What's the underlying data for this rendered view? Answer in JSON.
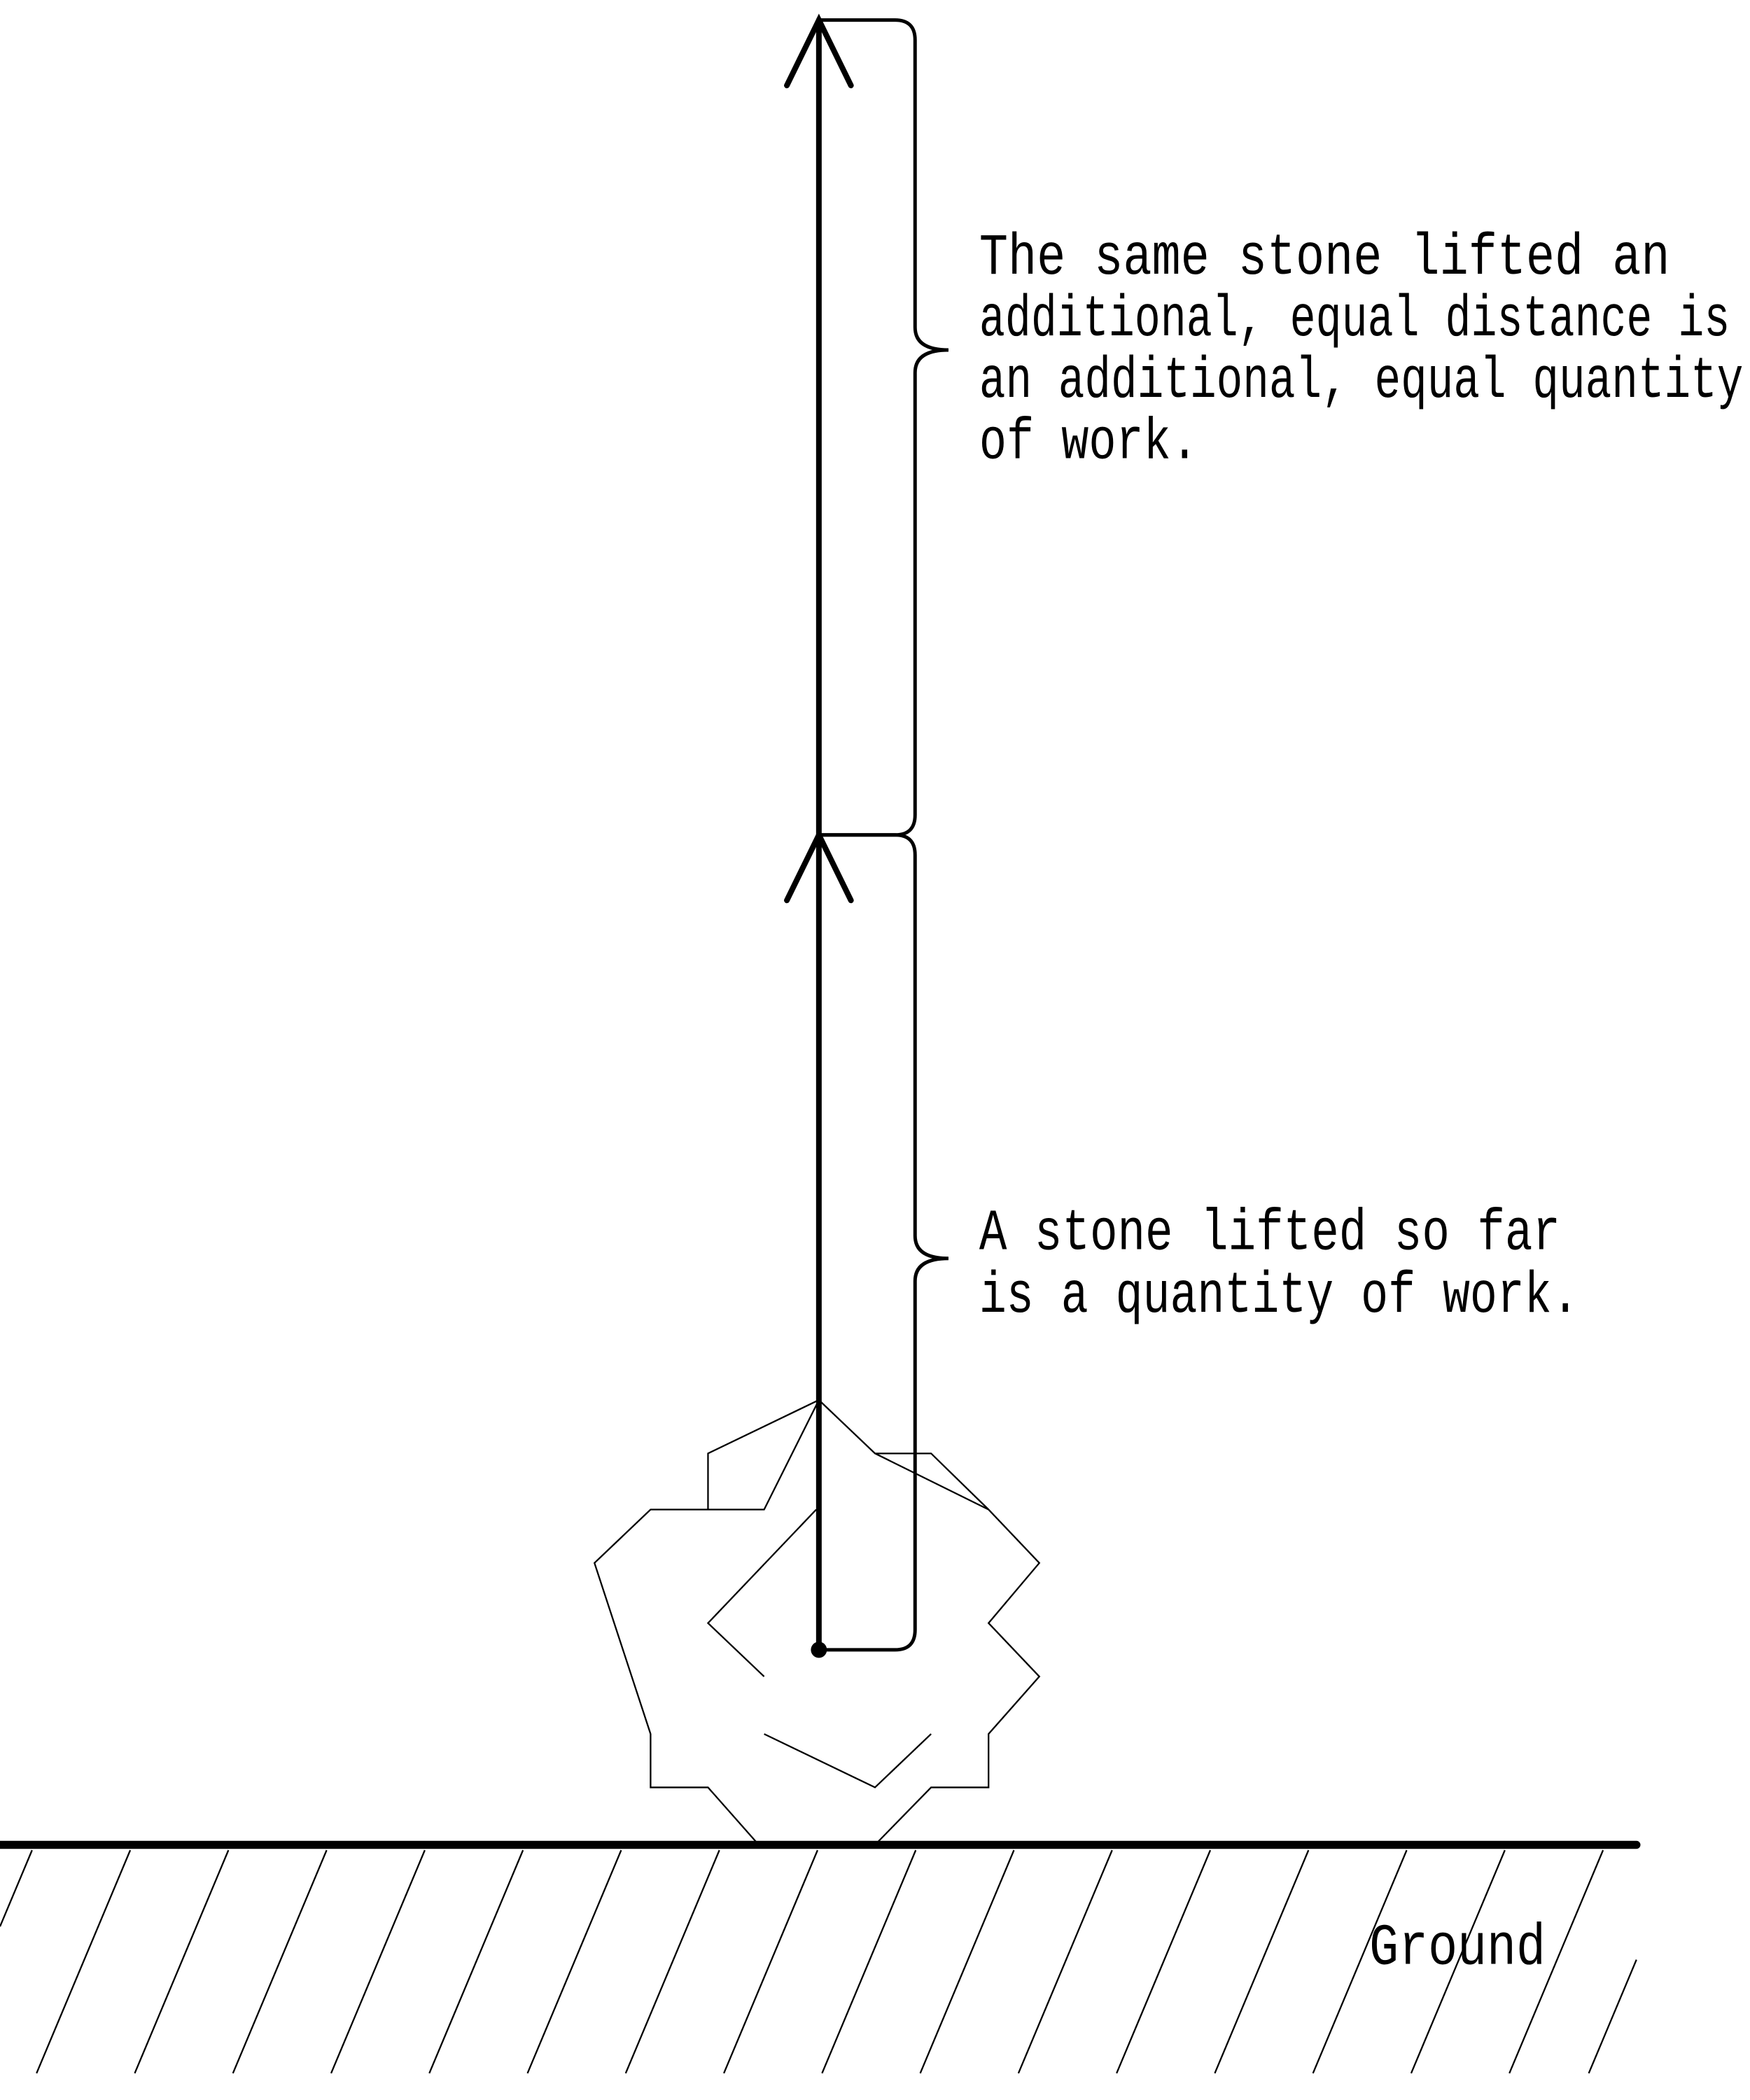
{
  "annotations": {
    "upper": [
      "The same stone lifted an",
      "additional, equal distance is",
      "an additional, equal quantity",
      "of work."
    ],
    "lower": [
      "A stone lifted so far",
      "is a quantity of work."
    ],
    "ground": "Ground"
  },
  "colors": {
    "ink": "#000000",
    "background": "#ffffff"
  }
}
